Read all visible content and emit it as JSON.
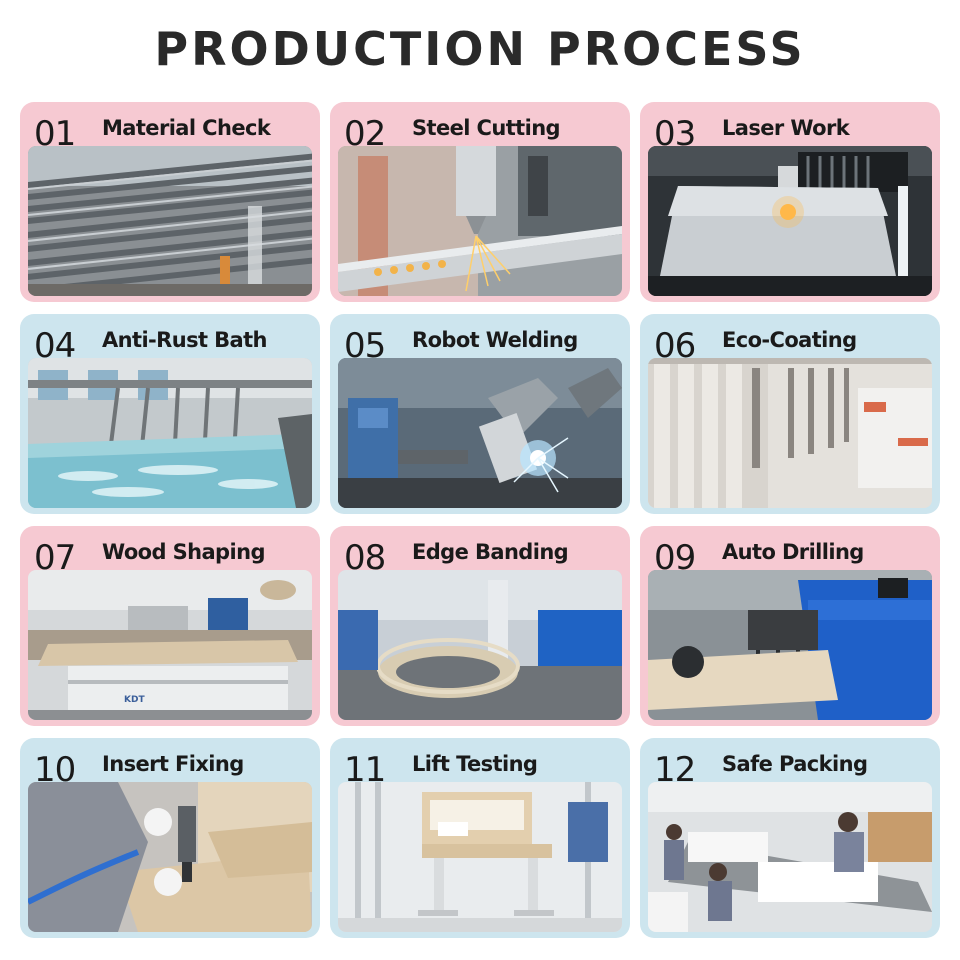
{
  "title": "PRODUCTION PROCESS",
  "steps": [
    {
      "number": "01",
      "label": "Material Check",
      "theme": "pink",
      "scene": "steel-tubes"
    },
    {
      "number": "02",
      "label": "Steel Cutting",
      "theme": "pink",
      "scene": "steel-cutting"
    },
    {
      "number": "03",
      "label": "Laser Work",
      "theme": "pink",
      "scene": "laser-cutter"
    },
    {
      "number": "04",
      "label": "Anti-Rust Bath",
      "theme": "blue",
      "scene": "bath-tank"
    },
    {
      "number": "05",
      "label": "Robot Welding",
      "theme": "blue",
      "scene": "robot-welder"
    },
    {
      "number": "06",
      "label": "Eco-Coating",
      "theme": "blue",
      "scene": "coating-booth"
    },
    {
      "number": "07",
      "label": "Wood Shaping",
      "theme": "pink",
      "scene": "cnc-router"
    },
    {
      "number": "08",
      "label": "Edge Banding",
      "theme": "pink",
      "scene": "edge-bander"
    },
    {
      "number": "09",
      "label": "Auto Drilling",
      "theme": "pink",
      "scene": "drilling-machine"
    },
    {
      "number": "10",
      "label": "Insert Fixing",
      "theme": "blue",
      "scene": "worker-drilling"
    },
    {
      "number": "11",
      "label": "Lift Testing",
      "theme": "blue",
      "scene": "desk-test"
    },
    {
      "number": "12",
      "label": "Safe Packing",
      "theme": "blue",
      "scene": "packing-line"
    }
  ],
  "colors": {
    "pink": "#f6c9d2",
    "blue": "#cde5ee",
    "title": "#2a2a2a"
  },
  "photo_text": {
    "cnc_brand": "KDT"
  }
}
